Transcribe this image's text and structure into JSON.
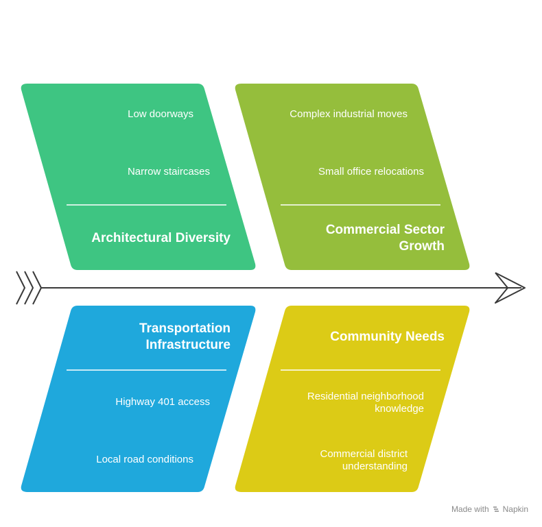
{
  "categories": {
    "architectural": {
      "title": "Architectural Diversity",
      "causes": [
        "Low doorways",
        "Narrow staircases"
      ],
      "color": "#3EC582"
    },
    "commercial": {
      "title_lines": [
        "Commercial Sector",
        "Growth"
      ],
      "causes": [
        "Complex industrial moves",
        "Small office relocations"
      ],
      "color": "#95BE3C"
    },
    "transportation": {
      "title_lines": [
        "Transportation",
        "Infrastructure"
      ],
      "causes": [
        "Highway 401 access",
        "Local road conditions"
      ],
      "color": "#1FA8DC"
    },
    "community": {
      "title": "Community Needs",
      "causes": [
        [
          "Residential neighborhood",
          "knowledge"
        ],
        [
          "Commercial district",
          "understanding"
        ]
      ],
      "color": "#DCCB16"
    }
  },
  "spine_color": "#3a3a3a",
  "watermark": {
    "prefix": "Made with",
    "brand": "Napkin"
  }
}
